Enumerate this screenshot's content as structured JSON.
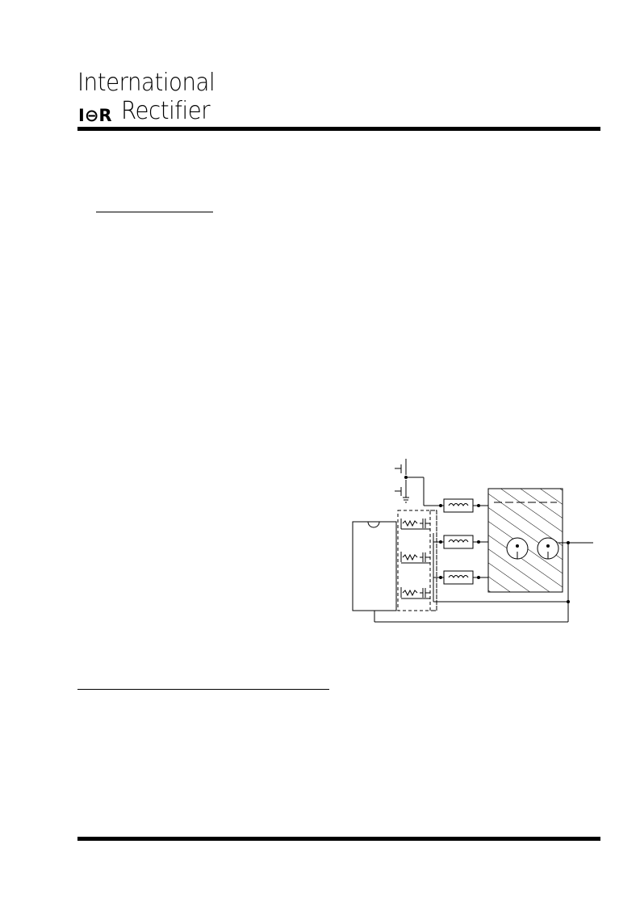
{
  "header": {
    "company_line1": "International",
    "logo_mark": "I⊖R",
    "company_line2": "Rectifier"
  },
  "figure": {
    "icon": "circuit-schematic"
  }
}
